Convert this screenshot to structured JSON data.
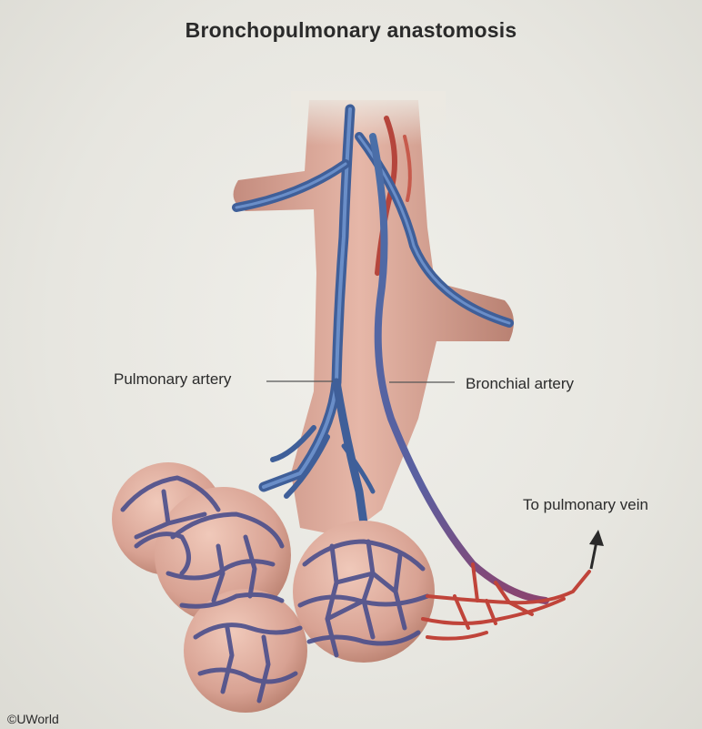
{
  "title": "Bronchopulmonary anastomosis",
  "labels": {
    "pulmonary_artery": "Pulmonary artery",
    "bronchial_artery": "Bronchial artery",
    "to_pulmonary_vein": "To pulmonary vein"
  },
  "copyright": "©UWorld",
  "colors": {
    "bronchus": "#d9a898",
    "pulmonary_artery": "#4a6fa8",
    "bronchial_artery": "#b5453c",
    "alveoli": "#e2b4a4",
    "capillary_net": "#4b4f8c",
    "vein_capillary": "#c0443a"
  }
}
